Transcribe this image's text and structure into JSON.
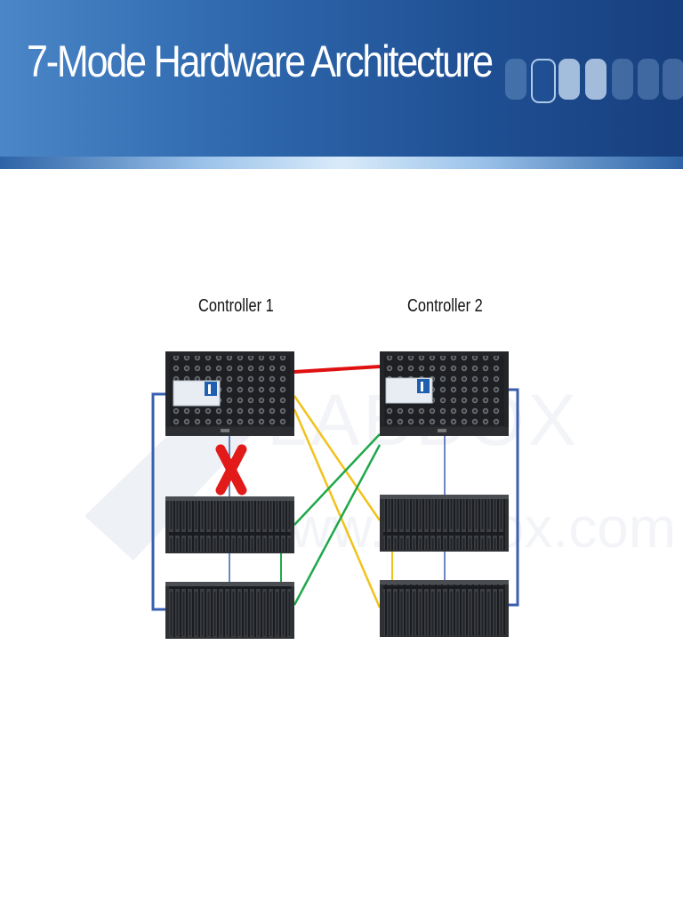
{
  "slide": {
    "title": "7-Mode Hardware Architecture"
  },
  "diagram": {
    "controllers": [
      {
        "label": "Controller 1"
      },
      {
        "label": "Controller 2"
      }
    ],
    "link_colors": {
      "interconnect": "#e01010",
      "shelf_chain": "#3a5fb0",
      "cross_yellow": "#f2c21b",
      "cross_green": "#1ea84a",
      "failure_mark": "#e21a1a"
    },
    "watermark": "LABBOX www.testbox.com"
  }
}
